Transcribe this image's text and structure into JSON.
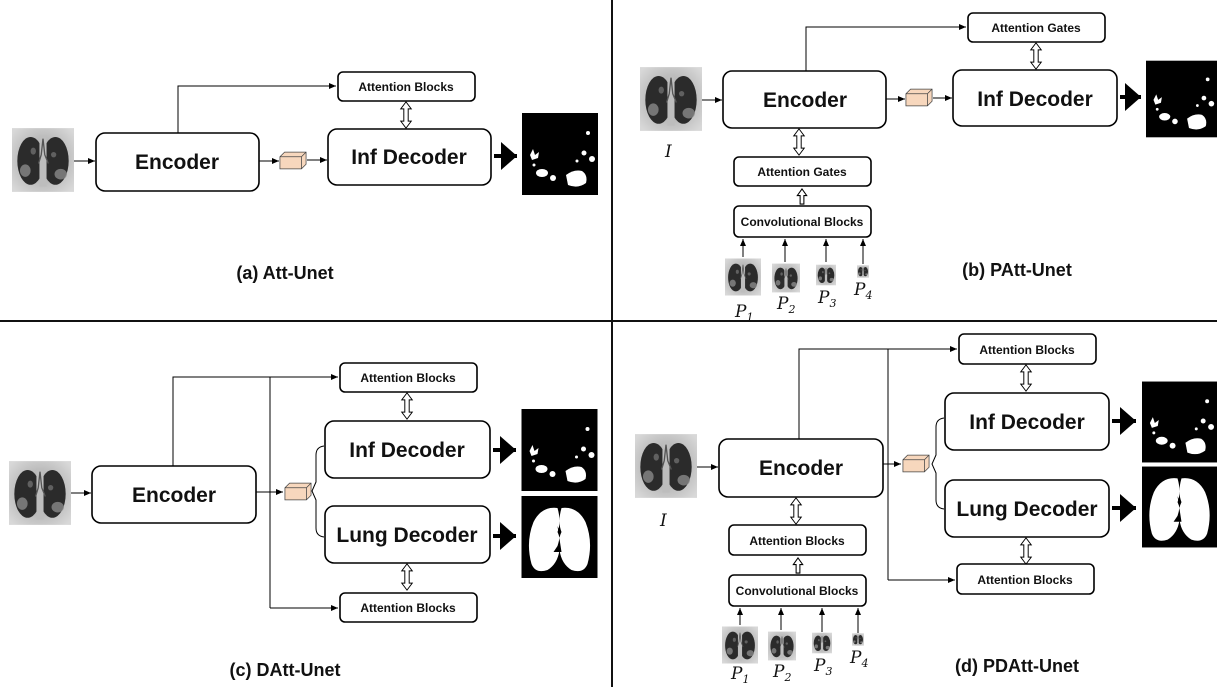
{
  "labels": {
    "encoder": "Encoder",
    "inf_decoder": "Inf Decoder",
    "lung_decoder": "Lung Decoder",
    "attention_blocks": "Attention Blocks",
    "attention_gates": "Attention Gates",
    "conv_blocks": "Convolutional Blocks",
    "input_symbol": "I",
    "pyramid_symbol": "P",
    "pyramid_indices": [
      "1",
      "2",
      "3",
      "4"
    ]
  },
  "captions": {
    "a": "(a) Att-Unet",
    "b": "(b) PAtt-Unet",
    "c": "(c) DAtt-Unet",
    "d": "(d) PDAtt-Unet"
  },
  "colors": {
    "feature_cube": "#f7d7bd",
    "mask_background": "#000000",
    "mask_foreground": "#ffffff"
  }
}
